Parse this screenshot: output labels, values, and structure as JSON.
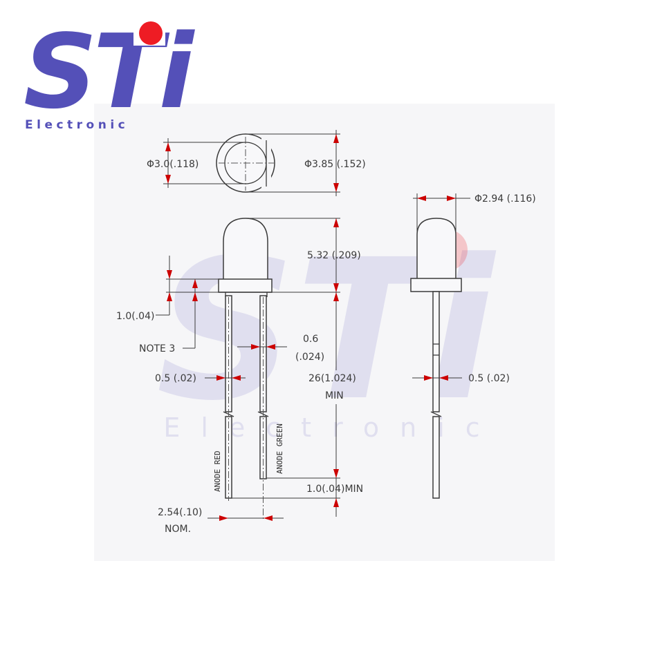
{
  "brand": {
    "logo_text": "STi",
    "tagline": "Electronic",
    "watermark_text": "STi",
    "watermark_tagline": "Electronic",
    "colors": {
      "logo_blue": "#5450b8",
      "dot_red": "#ee1c24",
      "arrow_red": "#cc0000"
    }
  },
  "top_view": {
    "lens_diameter": "Φ3.0(.118)",
    "flange_diameter": "Φ3.85 (.152)"
  },
  "side_view": {
    "body_height": "5.32 (.209)",
    "flange_thickness": "1.0(.04)",
    "note": "NOTE 3",
    "lead_gap_line1": "0.6",
    "lead_gap_line2": "(.024)",
    "lead_width": "0.5 (.02)",
    "lead_length_line1": "26(1.024)",
    "lead_length_line2": "MIN",
    "lead_offset": "1.0(.04)MIN",
    "pitch_line1": "2.54(.10)",
    "pitch_line2": "NOM.",
    "lead1_label": "ANODE RED",
    "lead2_label": "ANODE GREEN"
  },
  "end_view": {
    "lens_diameter": "Φ2.94 (.116)",
    "lead_width": "0.5 (.02)"
  }
}
